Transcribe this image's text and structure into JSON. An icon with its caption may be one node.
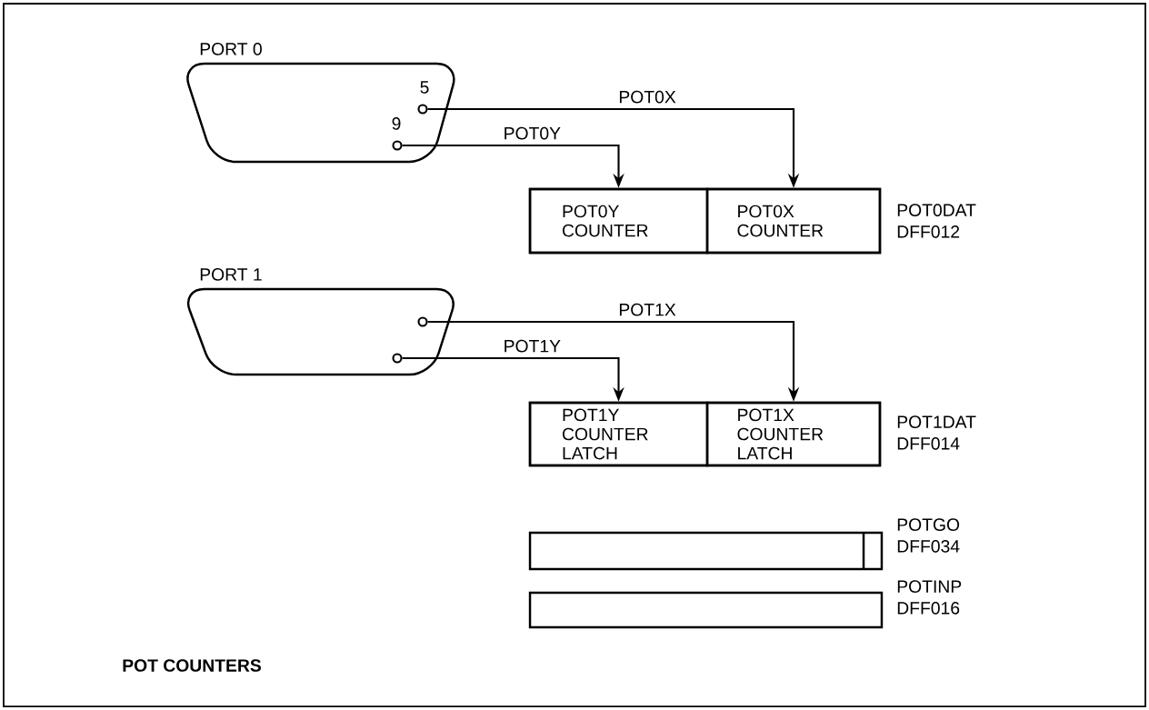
{
  "diagram": {
    "caption": "POT COUNTERS",
    "nodes": [
      {
        "text": [
          "PORT 0"
        ]
      },
      {
        "text": [],
        "shape": "circle",
        "in": 0,
        "beside": [
          "5"
        ]
      },
      {
        "text": [],
        "shape": "circle",
        "in": 0,
        "beside": [
          "9"
        ]
      },
      {
        "text": [],
        "shape": "box",
        "beside": [
          "POT0DAT",
          "DFF012"
        ]
      },
      {
        "text": [
          "POT0Y COUNTER"
        ],
        "in": 3
      },
      {
        "text": [
          "POT0X COUNTER"
        ],
        "in": 3
      },
      {
        "text": [
          "PORT 1"
        ]
      },
      {
        "text": [],
        "shape": "circle",
        "in": 6
      },
      {
        "text": [],
        "shape": "circle",
        "in": 6
      },
      {
        "text": [],
        "shape": "box",
        "beside": [
          "POT1DAT",
          "DFF014"
        ]
      },
      {
        "text": [
          "POT1Y COUNTER LATCH"
        ],
        "in": 9
      },
      {
        "text": [
          "POT1X COUNTER LATCH"
        ],
        "in": 9
      },
      {
        "text": [],
        "shape": "box",
        "beside": [
          "POTGO",
          "DFF034"
        ]
      },
      {
        "text": [],
        "shape": "box",
        "beside": [
          "POTINP",
          "DFF016"
        ]
      }
    ],
    "edges": [
      {
        "from": 1,
        "to": 5,
        "arrow": "to",
        "label": "POT0X"
      },
      {
        "from": 2,
        "to": 4,
        "arrow": "to",
        "label": "POT0Y"
      },
      {
        "from": 7,
        "to": 11,
        "arrow": "to",
        "label": "POT1X"
      },
      {
        "from": 8,
        "to": 10,
        "arrow": "to",
        "label": "POT1Y"
      }
    ]
  }
}
